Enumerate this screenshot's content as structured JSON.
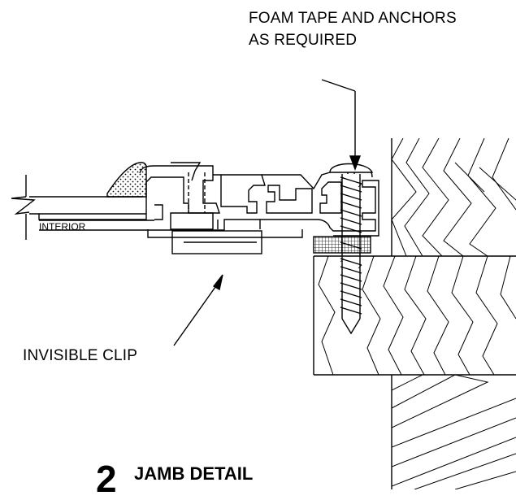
{
  "labels": {
    "foam_line1": "FOAM TAPE AND ANCHORS",
    "foam_line2": "AS REQUIRED",
    "interior": "INTERIOR",
    "invisible_clip": "INVISIBLE CLIP",
    "detail_number": "2",
    "detail_title": "JAMB DETAIL"
  },
  "colors": {
    "line": "#000000",
    "background": "#ffffff"
  }
}
